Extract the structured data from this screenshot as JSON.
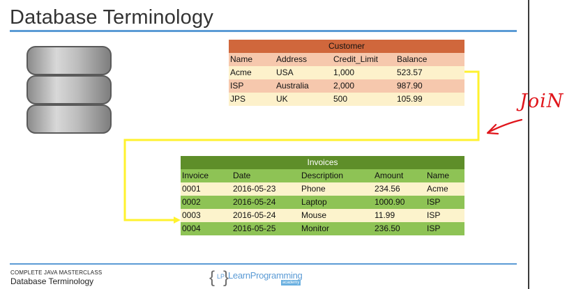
{
  "slide": {
    "title": "Database Terminology"
  },
  "icons": {
    "database": "database-icon"
  },
  "customer": {
    "caption": "Customer",
    "headers": [
      "Name",
      "Address",
      "Credit_Limit",
      "Balance"
    ],
    "rows": [
      [
        "Acme",
        "USA",
        "1,000",
        "523.57"
      ],
      [
        "ISP",
        "Australia",
        "2,000",
        "987.90"
      ],
      [
        "JPS",
        "UK",
        "500",
        "105.99"
      ]
    ]
  },
  "invoices": {
    "caption": "Invoices",
    "headers": [
      "Invoice",
      "Date",
      "Description",
      "Amount",
      "Name"
    ],
    "rows": [
      [
        "0001",
        "2016-05-23",
        "Phone",
        "234.56",
        "Acme"
      ],
      [
        "0002",
        "2016-05-24",
        "Laptop",
        "1000.90",
        "ISP"
      ],
      [
        "0003",
        "2016-05-24",
        "Mouse",
        "11.99",
        "ISP"
      ],
      [
        "0004",
        "2016-05-25",
        "Monitor",
        "236.50",
        "ISP"
      ]
    ]
  },
  "annotation": {
    "text": "JoiN"
  },
  "footer": {
    "course": "COMPLETE JAVA MASTERCLASS",
    "topic": "Database Terminology"
  },
  "logo": {
    "brace_open": "{",
    "mark": "LP",
    "brace_close": "}",
    "word": "LearnProgramming",
    "sub": "academy"
  },
  "colors": {
    "accent_rule": "#5b9bd5",
    "customer_header": "#d0673c",
    "invoices_header": "#5e8e29",
    "join_line": "#fff22e",
    "annotation_ink": "#e0151b"
  }
}
